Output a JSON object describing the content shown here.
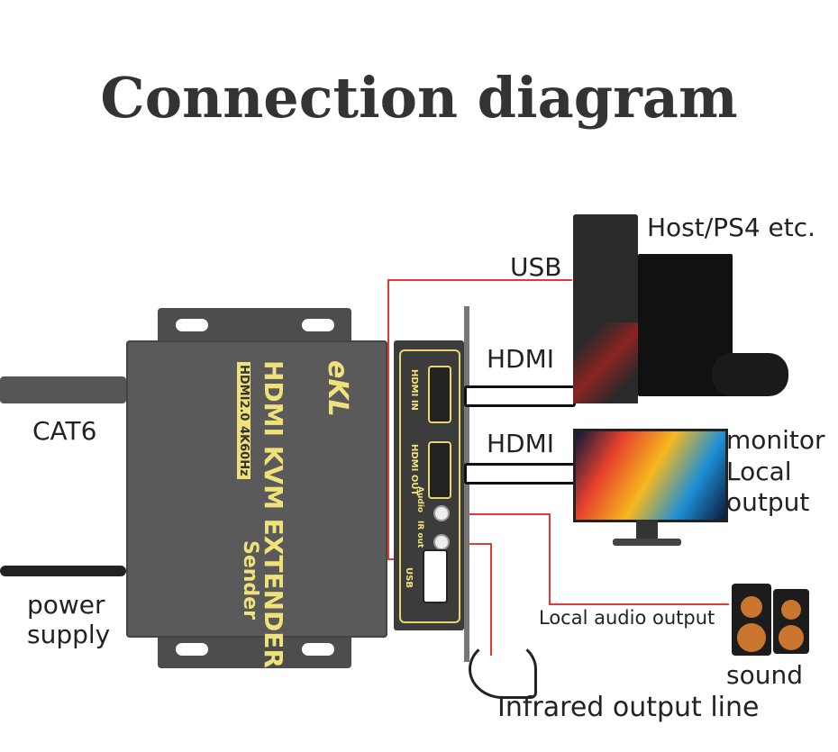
{
  "title": "Connection diagram",
  "labels": {
    "host": "Host/PS4 etc.",
    "usb": "USB",
    "hdmi_in_cable": "HDMI",
    "hdmi_out_cable": "HDMI",
    "cat6": "CAT6",
    "monitor": "monitor",
    "local": "Local",
    "output": "output",
    "power1": "power",
    "power2": "supply",
    "local_audio": "Local audio output",
    "sound": "sound",
    "infrared": "Infrared output line"
  },
  "device": {
    "brand": "eKL",
    "name": "HDMI KVM EXTENDER",
    "spec1": "HDMI2.0",
    "spec2": "4K60Hz",
    "role": "Sender",
    "ports": {
      "hdmi_in": "HDMI IN",
      "hdmi_out": "HDMI OUT",
      "audio": "Audio",
      "ir_out": "IR out",
      "usb": "USB"
    }
  },
  "colors": {
    "line": "#e53935",
    "accent": "#e8d86a",
    "device": "#5a5a5a"
  }
}
